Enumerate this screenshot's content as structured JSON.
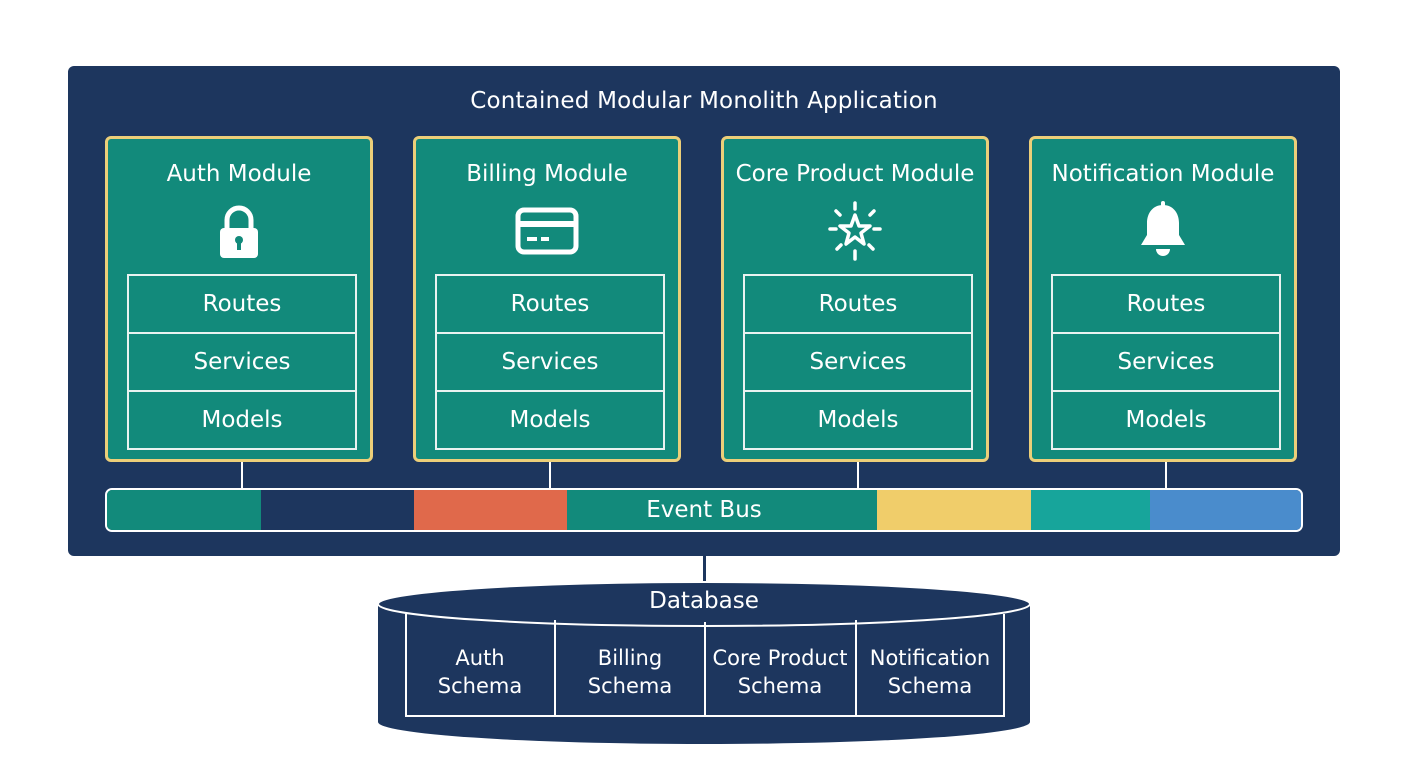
{
  "app": {
    "title": "Contained Modular Monolith Application"
  },
  "modules": [
    {
      "name": "Auth Module",
      "icon": "lock-icon",
      "layers": [
        "Routes",
        "Services",
        "Models"
      ]
    },
    {
      "name": "Billing Module",
      "icon": "credit-card-icon",
      "layers": [
        "Routes",
        "Services",
        "Models"
      ]
    },
    {
      "name": "Core Product Module",
      "icon": "star-burst-icon",
      "layers": [
        "Routes",
        "Services",
        "Models"
      ]
    },
    {
      "name": "Notification Module",
      "icon": "bell-icon",
      "layers": [
        "Routes",
        "Services",
        "Models"
      ]
    }
  ],
  "event_bus": {
    "label": "Event Bus",
    "segment_colors": [
      "#128a7b",
      "#1d365e",
      "#e0694b",
      "#128a7b",
      "#f0cd6a",
      "#17a59b",
      "#4a8ccc"
    ]
  },
  "database": {
    "label": "Database",
    "schemas": [
      {
        "line1": "Auth",
        "line2": "Schema"
      },
      {
        "line1": "Billing",
        "line2": "Schema"
      },
      {
        "line1": "Core Product",
        "line2": "Schema"
      },
      {
        "line1": "Notification",
        "line2": "Schema"
      }
    ]
  },
  "colors": {
    "navy": "#1d365e",
    "teal": "#128a7b",
    "gold_border": "#eccf79",
    "white": "#ffffff"
  }
}
